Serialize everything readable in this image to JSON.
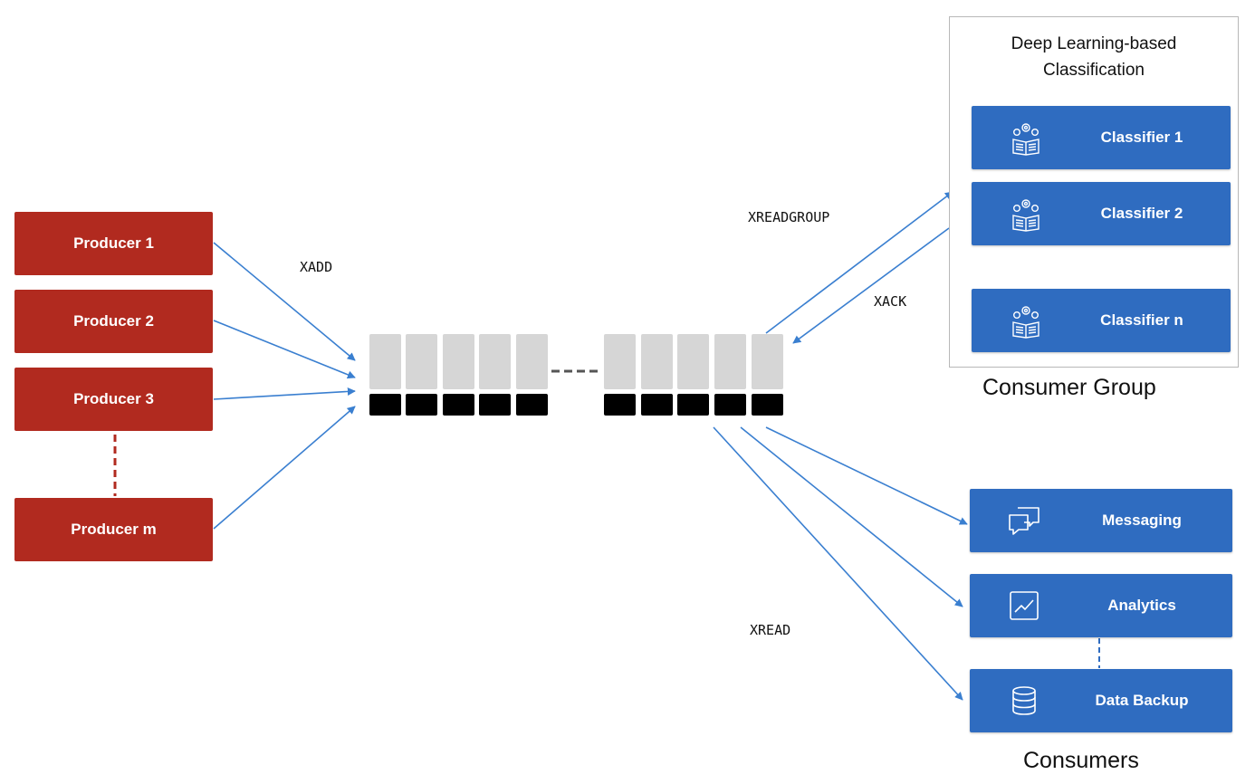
{
  "producers": [
    "Producer 1",
    "Producer 2",
    "Producer 3",
    "Producer m"
  ],
  "commands": {
    "xadd": "XADD",
    "xreadgroup": "XREADGROUP",
    "xack": "XACK",
    "xread": "XREAD"
  },
  "consumer_group": {
    "title_line1": "Deep Learning-based",
    "title_line2": "Classification",
    "classifiers": [
      "Classifier 1",
      "Classifier 2",
      "Classifier n"
    ],
    "caption": "Consumer Group"
  },
  "consumers": {
    "items": [
      {
        "label": "Messaging",
        "icon": "chat-bubbles-icon"
      },
      {
        "label": "Analytics",
        "icon": "line-chart-icon"
      },
      {
        "label": "Data Backup",
        "icon": "database-icon"
      }
    ],
    "caption": "Consumers"
  },
  "colors": {
    "producer": "#b12a1f",
    "consumer": "#2f6cc0",
    "arrow": "#3a7fd0",
    "stream_entry": "#d6d6d6",
    "stream_id": "#000000"
  }
}
